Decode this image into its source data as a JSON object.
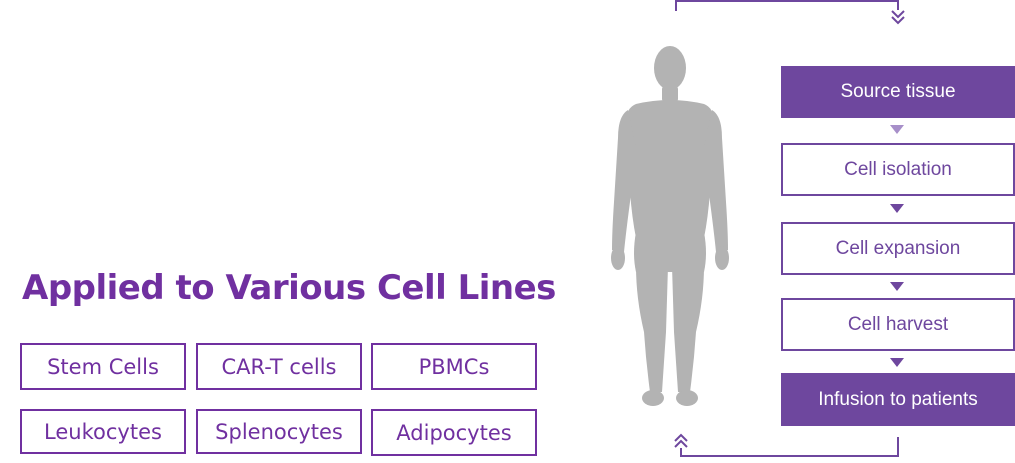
{
  "headline": "Applied to Various Cell Lines",
  "cell_lines": [
    "Stem Cells",
    "CAR-T cells",
    "PBMCs",
    "Leukocytes",
    "Splenocytes",
    "Adipocytes"
  ],
  "process_steps": [
    "Source tissue",
    "Cell isolation",
    "Cell expansion",
    "Cell harvest",
    "Infusion to patients"
  ],
  "icons": {
    "figure": "human-body-icon",
    "loop_top": "double-chevron-down-icon",
    "loop_bottom": "double-chevron-up-icon"
  },
  "colors": {
    "accent": "#7030a0",
    "step_fill": "#6e479e",
    "arrow_light": "#a78fc9",
    "body_gray": "#b3b3b3"
  }
}
